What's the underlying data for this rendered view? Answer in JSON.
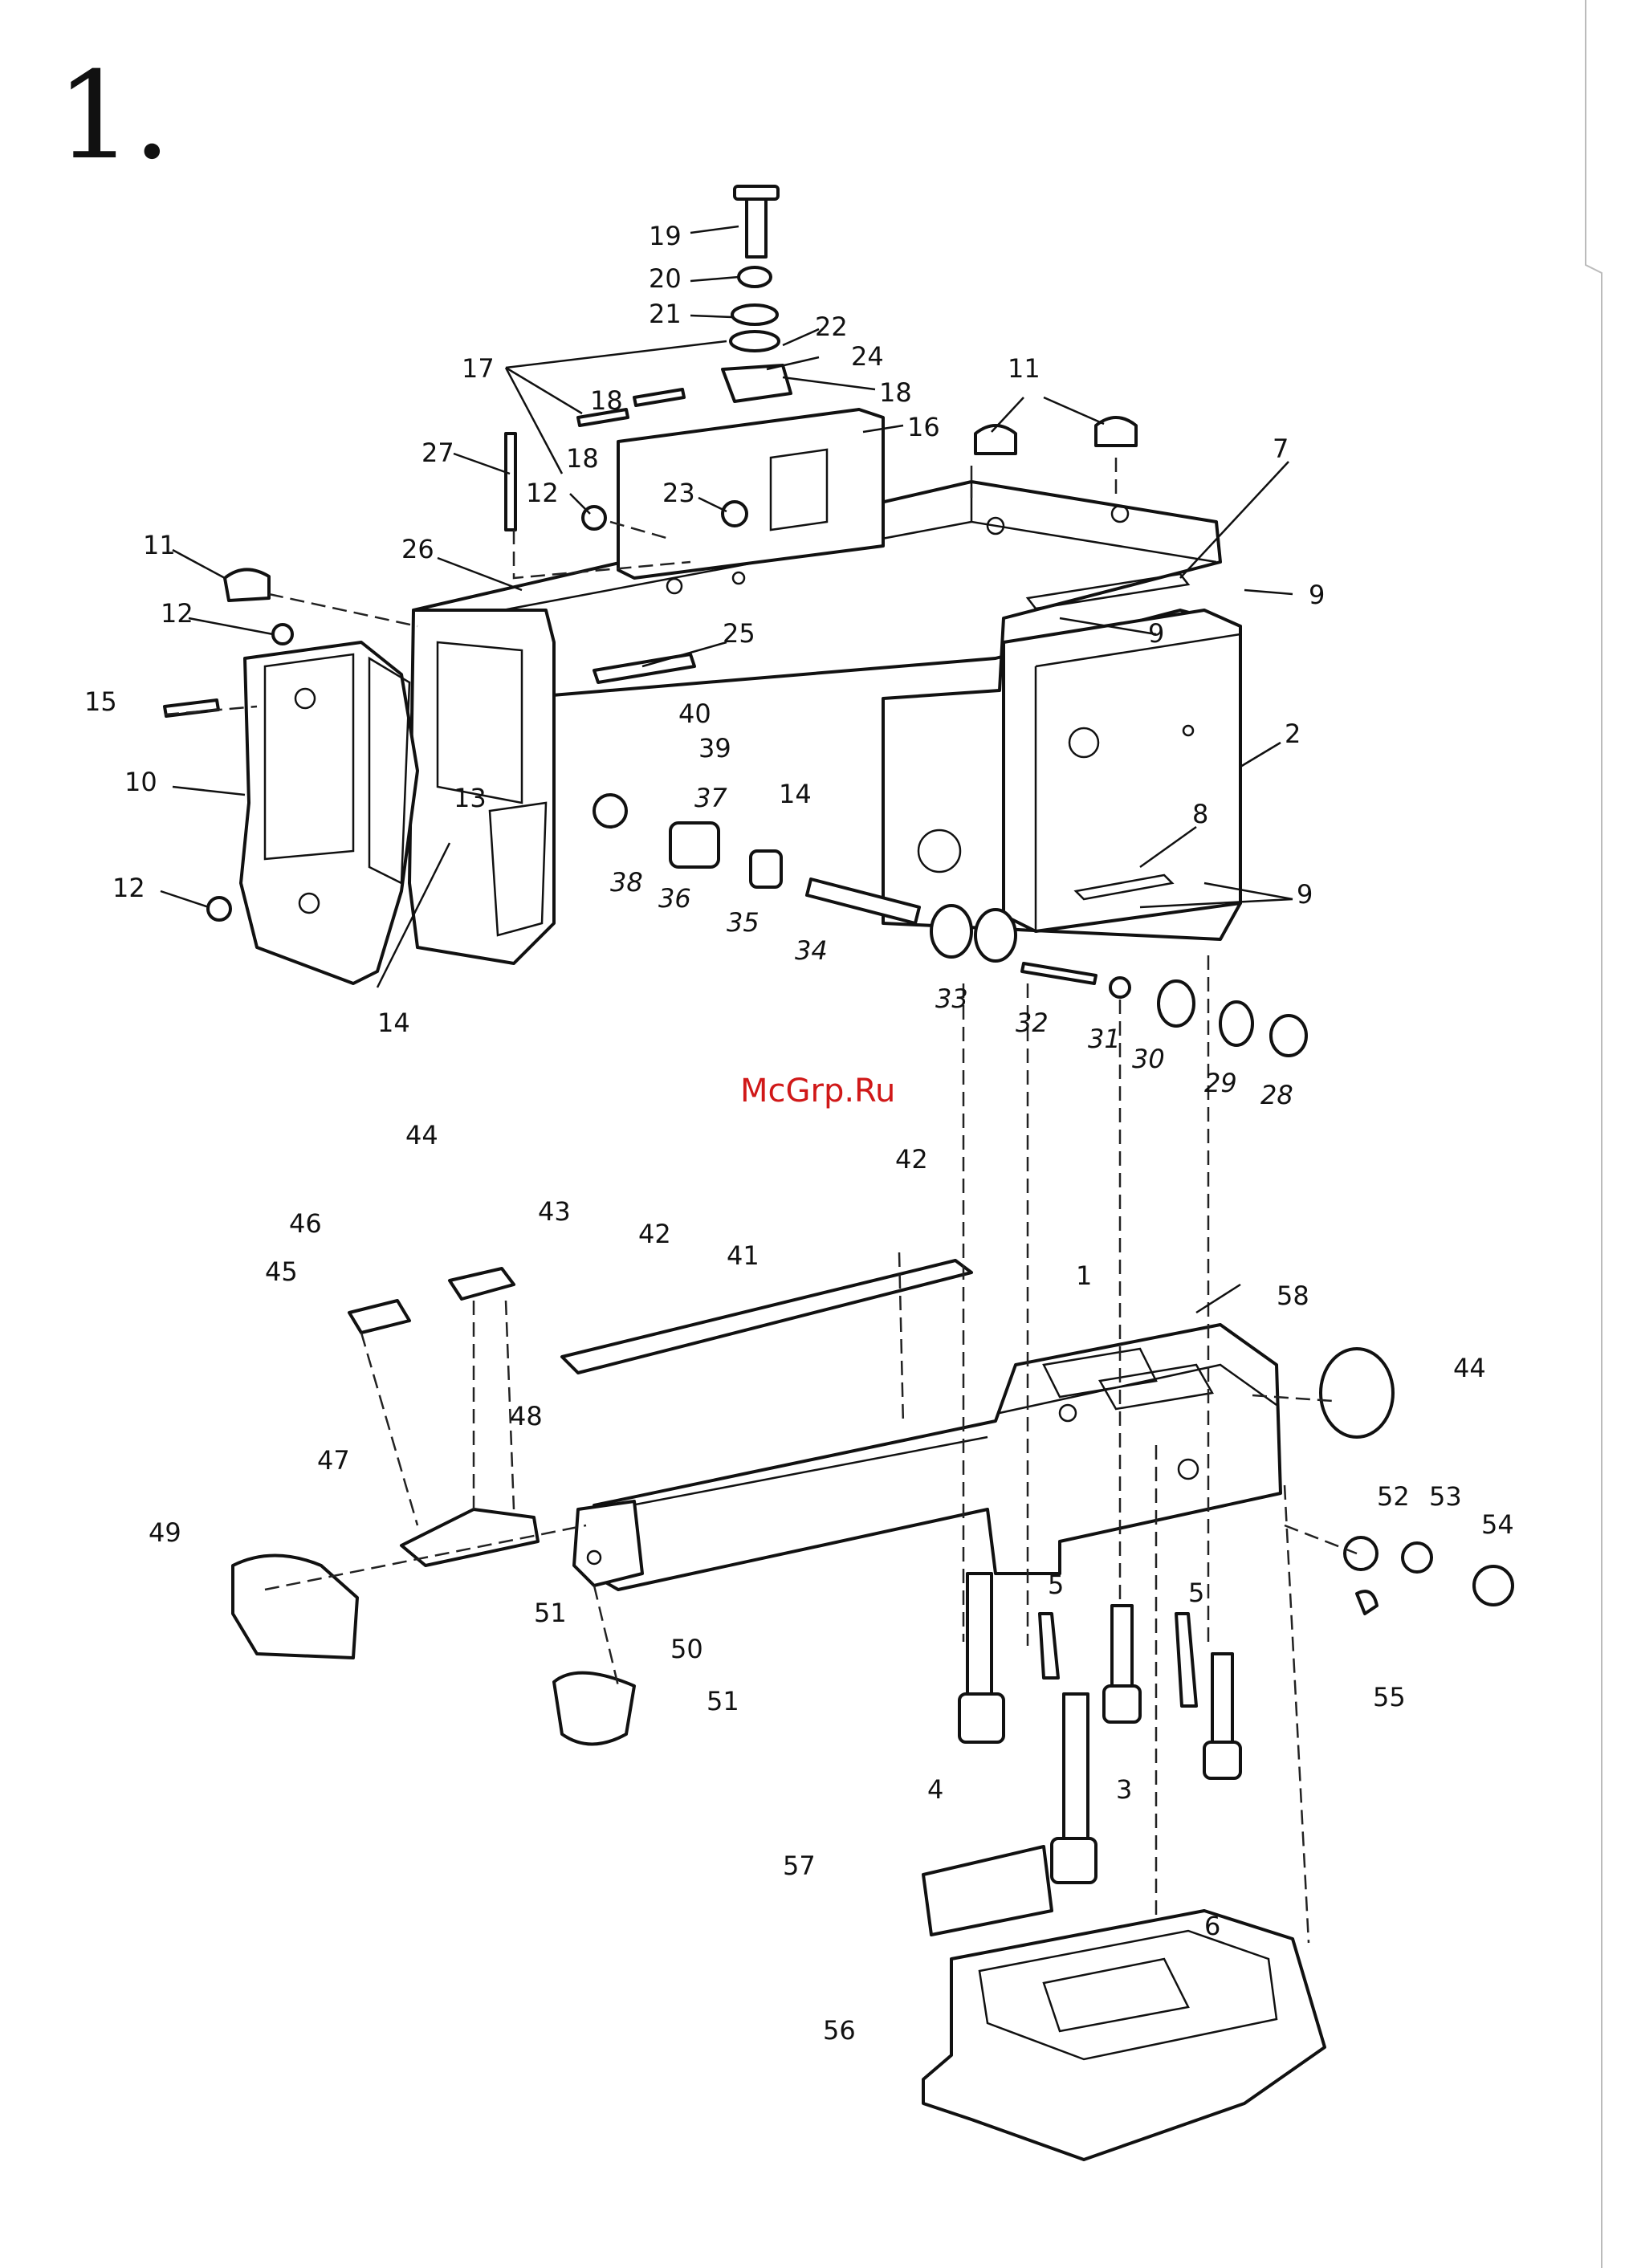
{
  "page": {
    "title": "1.",
    "watermark": "McGrp.Ru"
  },
  "callouts": [
    {
      "id": "c19",
      "text": "19",
      "x": 1,
      "y": 1
    },
    {
      "id": "c20",
      "text": "20"
    },
    {
      "id": "c21",
      "text": "21"
    },
    {
      "id": "c22",
      "text": "22"
    },
    {
      "id": "c24",
      "text": "24"
    },
    {
      "id": "c17",
      "text": "17"
    },
    {
      "id": "c18a",
      "text": "18"
    },
    {
      "id": "c18b",
      "text": "18"
    },
    {
      "id": "c18c",
      "text": "18"
    },
    {
      "id": "c16",
      "text": "16"
    },
    {
      "id": "c27",
      "text": "27"
    },
    {
      "id": "c12a",
      "text": "12"
    },
    {
      "id": "c23",
      "text": "23"
    },
    {
      "id": "c11a",
      "text": "11"
    },
    {
      "id": "c11b",
      "text": "11"
    },
    {
      "id": "c7",
      "text": "7"
    },
    {
      "id": "c26",
      "text": "26"
    },
    {
      "id": "c9a",
      "text": "9"
    },
    {
      "id": "c9b",
      "text": "9"
    },
    {
      "id": "c9c",
      "text": "9"
    },
    {
      "id": "c12b",
      "text": "12"
    },
    {
      "id": "c25",
      "text": "25"
    },
    {
      "id": "c15",
      "text": "15"
    },
    {
      "id": "c40",
      "text": "40"
    },
    {
      "id": "c2",
      "text": "2"
    },
    {
      "id": "c39",
      "text": "39"
    },
    {
      "id": "c10",
      "text": "10"
    },
    {
      "id": "c37",
      "text": "37"
    },
    {
      "id": "c14a",
      "text": "14"
    },
    {
      "id": "c13",
      "text": "13"
    },
    {
      "id": "c8",
      "text": "8"
    },
    {
      "id": "c38",
      "text": "38"
    },
    {
      "id": "c36",
      "text": "36"
    },
    {
      "id": "c35",
      "text": "35"
    },
    {
      "id": "c34",
      "text": "34"
    },
    {
      "id": "c12c",
      "text": "12"
    },
    {
      "id": "c33",
      "text": "33"
    },
    {
      "id": "c32",
      "text": "32"
    },
    {
      "id": "c31",
      "text": "31"
    },
    {
      "id": "c30",
      "text": "30"
    },
    {
      "id": "c29",
      "text": "29"
    },
    {
      "id": "c28",
      "text": "28"
    },
    {
      "id": "c14b",
      "text": "14"
    },
    {
      "id": "c44a",
      "text": "44"
    },
    {
      "id": "c42a",
      "text": "42"
    },
    {
      "id": "c46",
      "text": "46"
    },
    {
      "id": "c43",
      "text": "43"
    },
    {
      "id": "c42b",
      "text": "42"
    },
    {
      "id": "c41",
      "text": "41"
    },
    {
      "id": "c45",
      "text": "45"
    },
    {
      "id": "c1",
      "text": "1"
    },
    {
      "id": "c58",
      "text": "58"
    },
    {
      "id": "c44b",
      "text": "44"
    },
    {
      "id": "c48",
      "text": "48"
    },
    {
      "id": "c47",
      "text": "47"
    },
    {
      "id": "c49",
      "text": "49"
    },
    {
      "id": "c52",
      "text": "52"
    },
    {
      "id": "c53",
      "text": "53"
    },
    {
      "id": "c54",
      "text": "54"
    },
    {
      "id": "c5a",
      "text": "5"
    },
    {
      "id": "c5b",
      "text": "5"
    },
    {
      "id": "c51a",
      "text": "51"
    },
    {
      "id": "c50",
      "text": "50"
    },
    {
      "id": "c51b",
      "text": "51"
    },
    {
      "id": "c55",
      "text": "55"
    },
    {
      "id": "c4",
      "text": "4"
    },
    {
      "id": "c3",
      "text": "3"
    },
    {
      "id": "c57",
      "text": "57"
    },
    {
      "id": "c6",
      "text": "6"
    },
    {
      "id": "c56",
      "text": "56"
    }
  ]
}
